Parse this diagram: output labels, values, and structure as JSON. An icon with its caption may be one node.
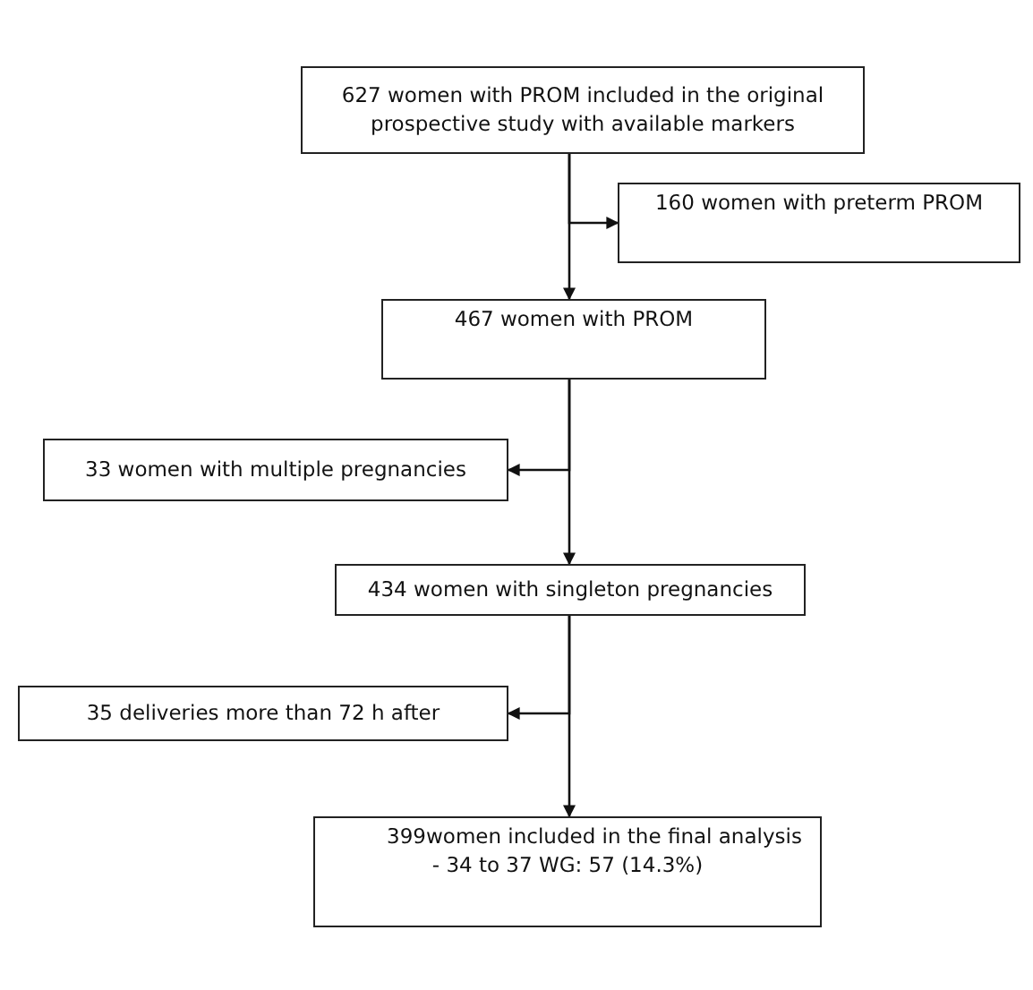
{
  "diagram": {
    "nodes": [
      {
        "text": [
          "627 women with PROM included in the original prospective study with available markers"
        ]
      },
      {
        "text": [
          "160 women with preterm PROM"
        ]
      },
      {
        "text": [
          "467 women with PROM"
        ]
      },
      {
        "text": [
          "33 women with multiple pregnancies"
        ]
      },
      {
        "text": [
          "434 women with singleton pregnancies"
        ]
      },
      {
        "text": [
          "35 deliveries more than 72 h after"
        ]
      },
      {
        "text": [
          "399women included in the final analysis",
          "- 34 to 37 WG: 57 (14.3%)"
        ]
      }
    ],
    "edges": [
      {
        "from": 0,
        "to": 2,
        "arrow": "to"
      },
      {
        "from": 0,
        "to": 1,
        "arrow": "to"
      },
      {
        "from": 2,
        "to": 4,
        "arrow": "to"
      },
      {
        "from": 2,
        "to": 3,
        "arrow": "to"
      },
      {
        "from": 4,
        "to": 6,
        "arrow": "to"
      },
      {
        "from": 4,
        "to": 5,
        "arrow": "to"
      }
    ]
  }
}
